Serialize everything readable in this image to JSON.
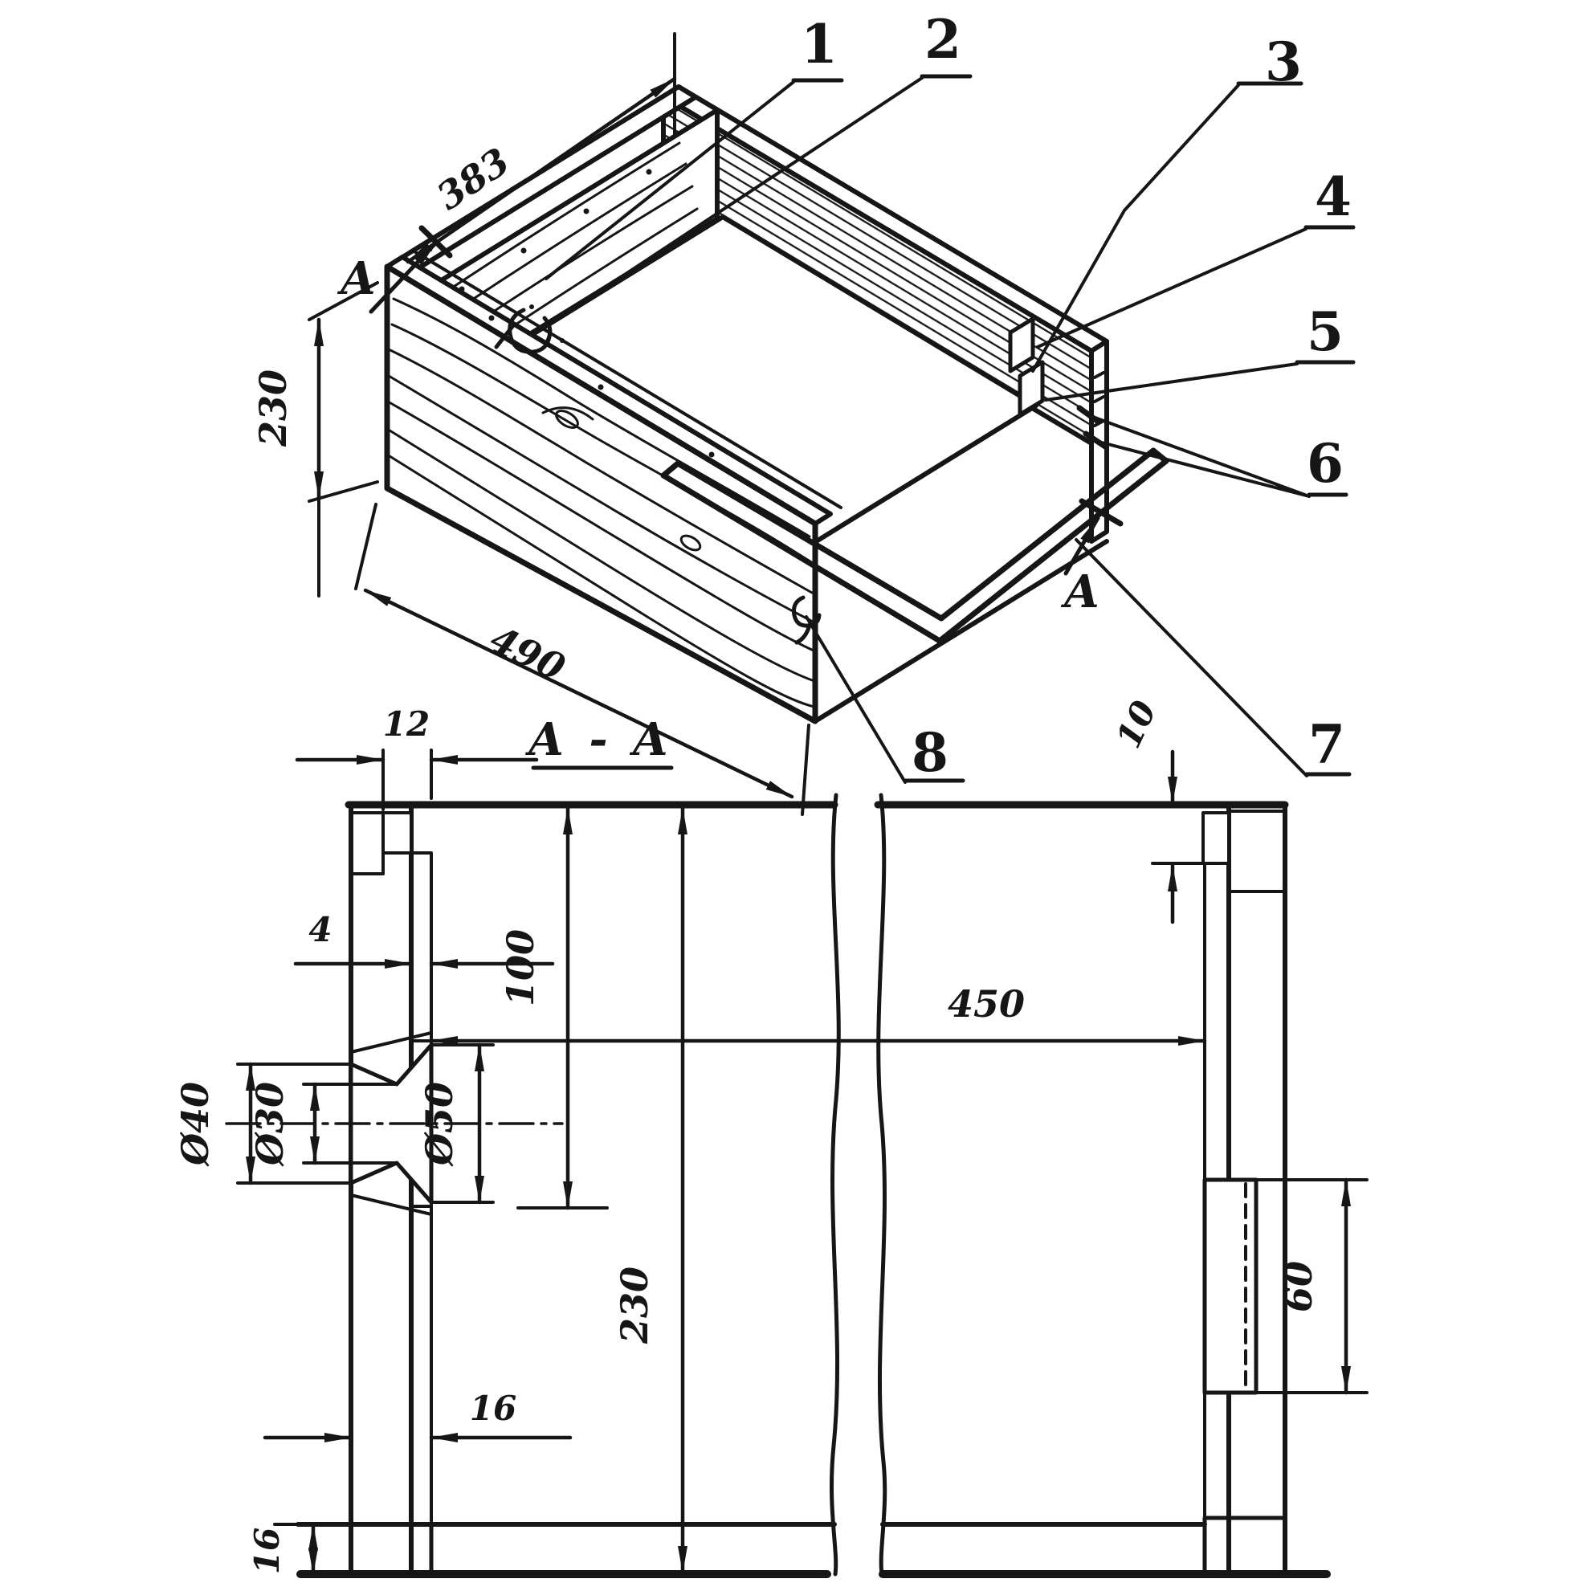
{
  "iso": {
    "dim_depth": "383",
    "dim_height": "230",
    "dim_length": "490",
    "section_arrow_label": "A",
    "callouts": [
      "1",
      "2",
      "3",
      "4",
      "5",
      "6",
      "7",
      "8"
    ]
  },
  "section": {
    "title": "A - A",
    "dim_lid_thickness": "12",
    "dim_lining_thickness": "4",
    "dim_port_center": "100",
    "dim_inner_width": "450",
    "dim_height": "230",
    "dim_lid_step": "10",
    "dim_slot_height": "60",
    "dim_wall_thickness": "16",
    "dim_bottom_thickness": "16",
    "dia_port_outer": "Ø40",
    "dia_port_throat": "Ø30",
    "dia_port_flare": "Ø50"
  },
  "colors": {
    "ink": "#161616",
    "paper": "#ffffff"
  }
}
